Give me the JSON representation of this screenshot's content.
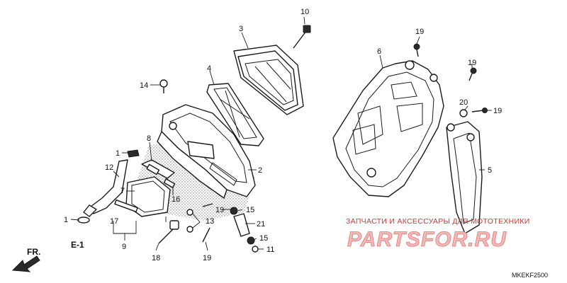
{
  "diagram": {
    "callouts": [
      "1",
      "1",
      "2",
      "3",
      "4",
      "5",
      "6",
      "7",
      "8",
      "9",
      "10",
      "11",
      "12",
      "13",
      "14",
      "15",
      "15",
      "16",
      "17",
      "18",
      "19",
      "19",
      "19",
      "19",
      "19",
      "20",
      "21"
    ],
    "labels": {
      "c1a": "1",
      "c1b": "1",
      "c2": "2",
      "c3": "3",
      "c4": "4",
      "c5": "5",
      "c6": "6",
      "c7": "7",
      "c8": "8",
      "c9": "9",
      "c10": "10",
      "c11": "11",
      "c12": "12",
      "c13": "13",
      "c14": "14",
      "c15a": "15",
      "c15b": "15",
      "c16": "16",
      "c17": "17",
      "c18": "18",
      "c19a": "19",
      "c19b": "19",
      "c19c": "19",
      "c19d": "19",
      "c19e": "19",
      "c20": "20",
      "c21": "21"
    },
    "section_ref": "E-1",
    "direction_label": "FR.",
    "diagram_code": "MKEKF2500"
  },
  "watermark": {
    "subtitle": "ЗАПЧАСТИ И АКСЕССУАРЫ ДЛЯ МОТОТЕХНИКИ",
    "logo": "PARTSFOR.RU",
    "color": "#d94040"
  }
}
